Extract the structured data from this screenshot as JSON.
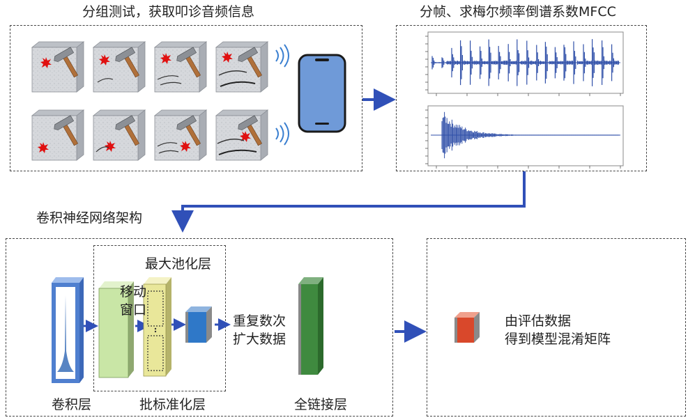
{
  "sections": {
    "grouping_title": "分组测试，获取叩诊音频信息",
    "mfcc_title": "分帧、求梅尔频率倒谱系数MFCC",
    "cnn_title": "卷积神经网络架构"
  },
  "cnn": {
    "conv_label": "卷积层",
    "pool_label": "最大池化层",
    "window_label_1": "移动",
    "window_label_2": "窗口",
    "bn_label": "批标准化层",
    "repeat_label_1": "重复数次",
    "repeat_label_2": "扩大数据",
    "fc_label": "全链接层"
  },
  "result": {
    "line1": "由评估数据",
    "line2": "得到模型混淆矩阵"
  },
  "colors": {
    "arrow": "#3050b8",
    "phone": "#6f9ad8",
    "conv": "#4f7fcf",
    "bn": "#c9e6a6",
    "pool": "#e9e79a",
    "small_block": "#2f78c8",
    "fc": "#3f8a3f",
    "result_block": "#d9482b",
    "waveform": "#2f4fa8"
  }
}
